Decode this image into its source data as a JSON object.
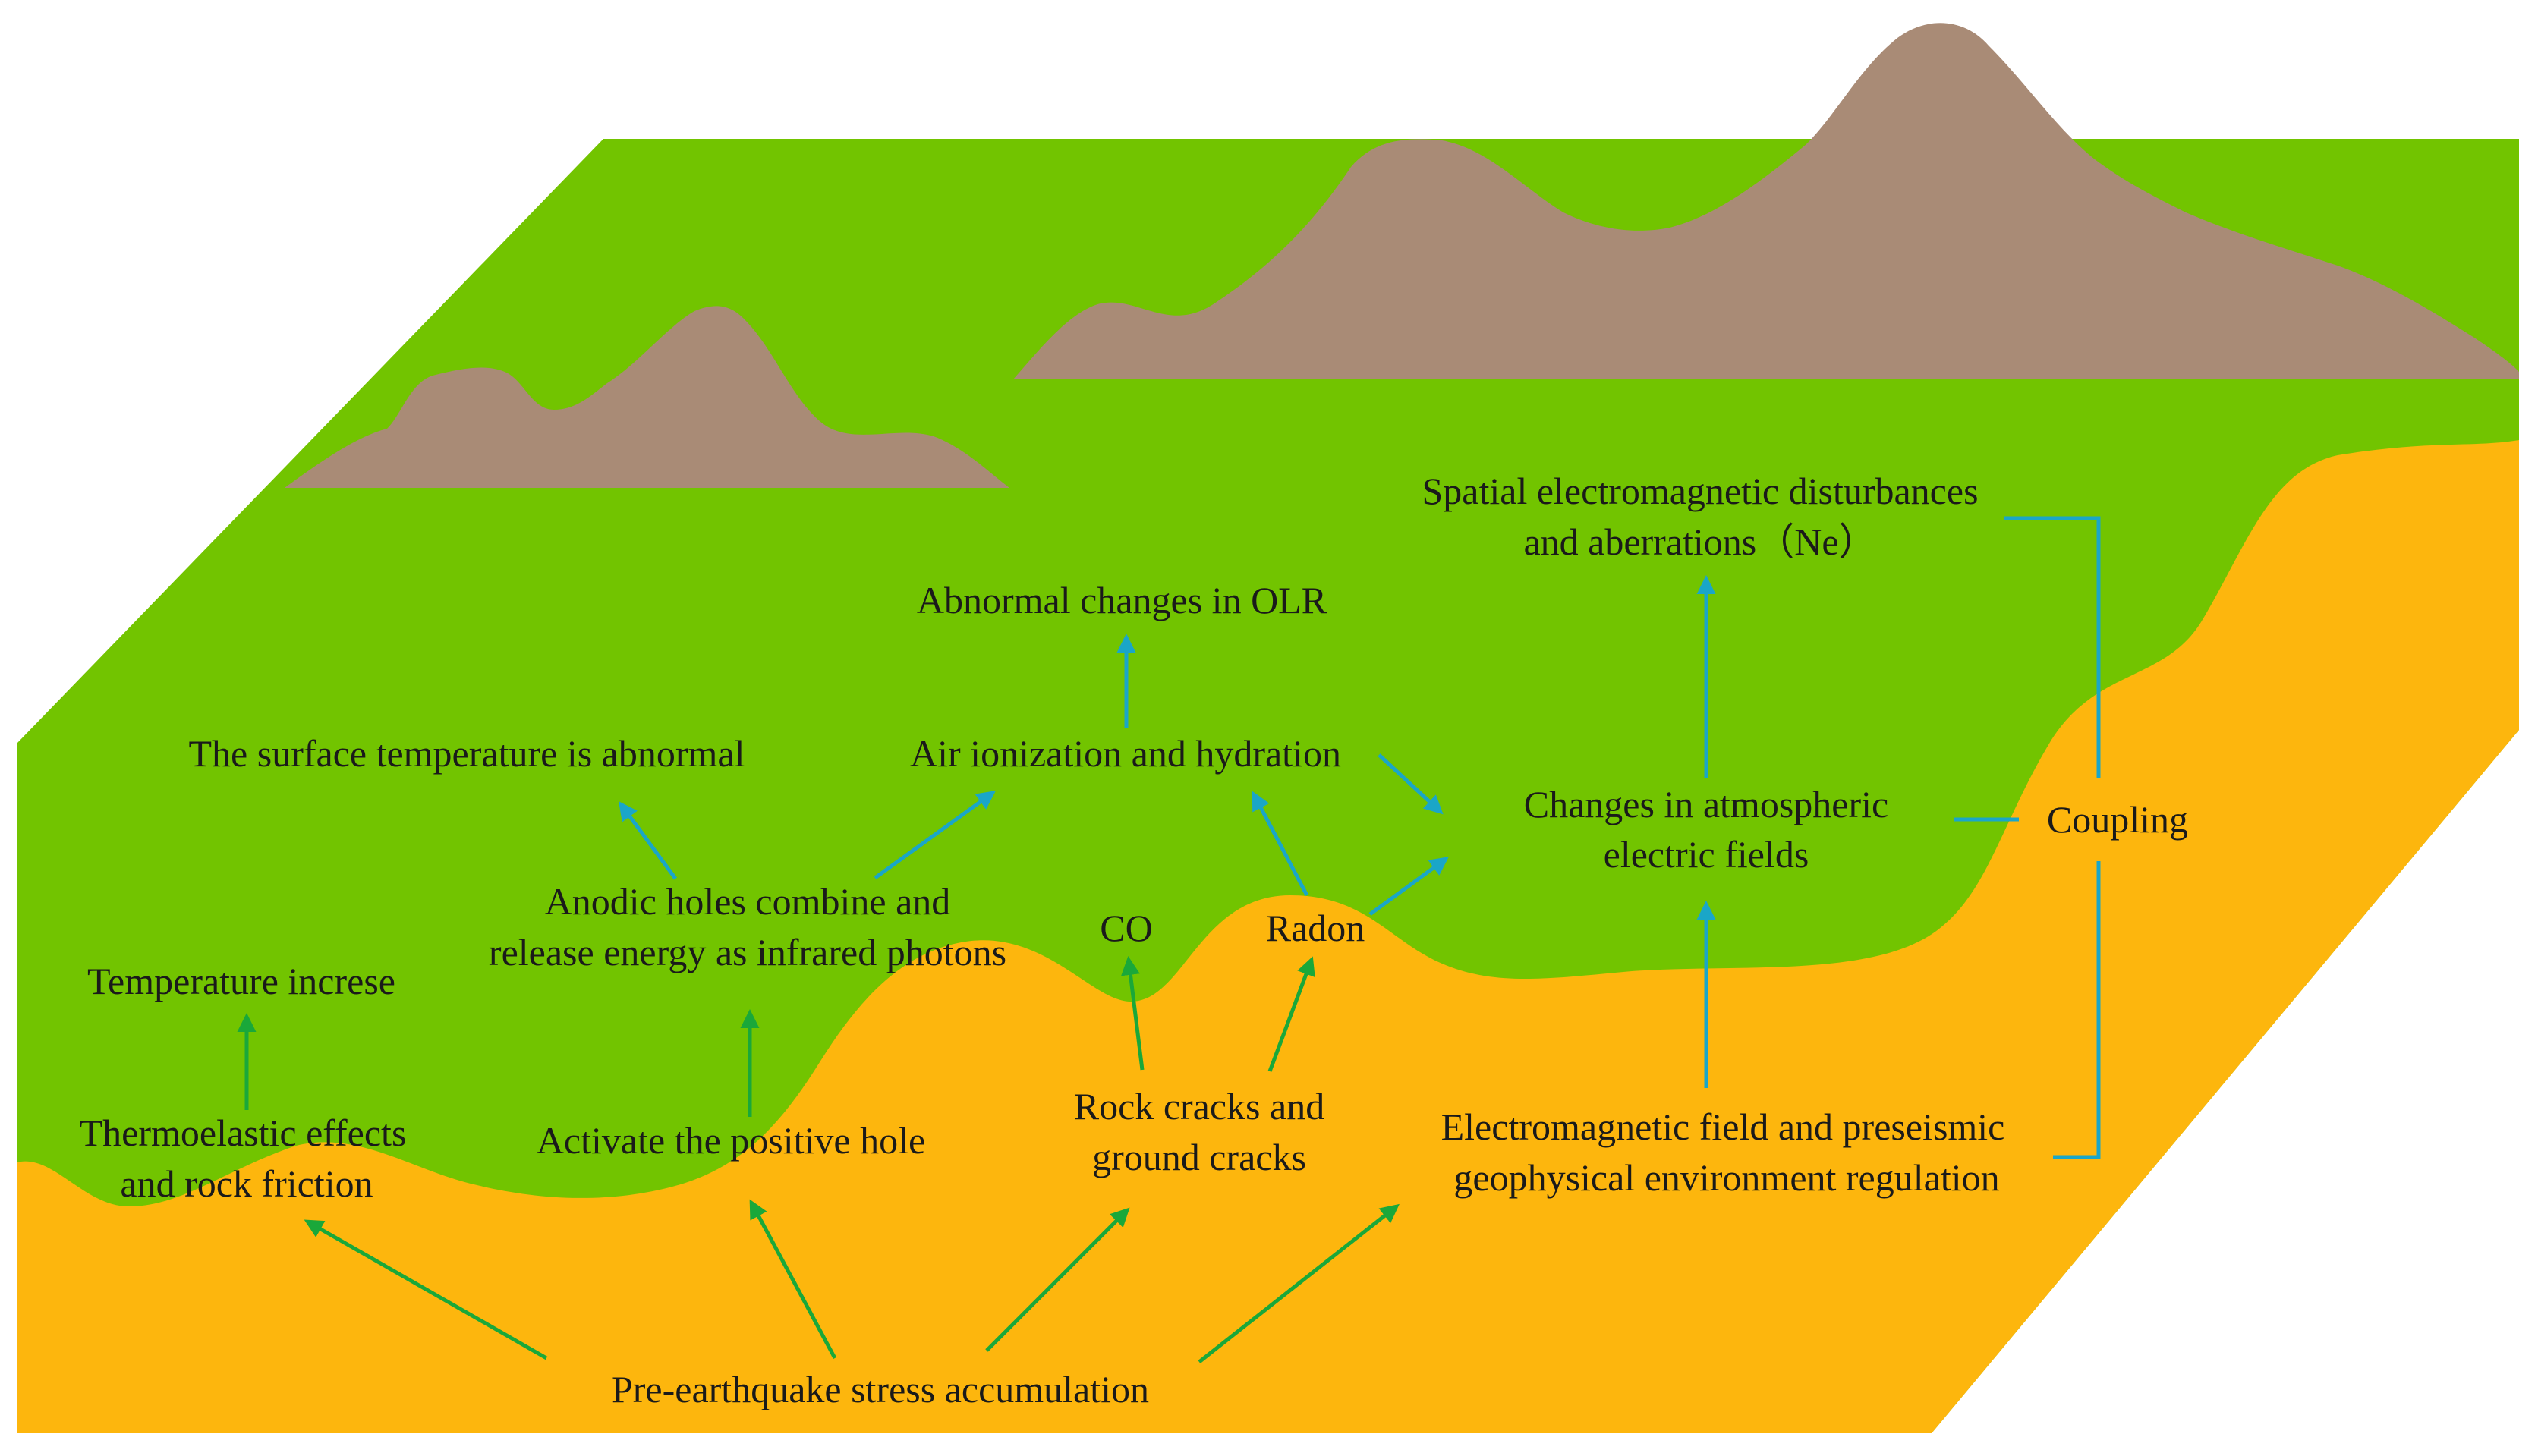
{
  "colors": {
    "ground_green": "#72c400",
    "ground_orange": "#fdb60d",
    "mountain": "#a98b76",
    "arrow_green": "#1aa83a",
    "arrow_blue": "#1aa6c8",
    "text": "#1a1a1a"
  },
  "labels": {
    "stress": "Pre-earthquake stress accumulation",
    "thermo_1": "Thermoelastic effects",
    "thermo_2": "and rock friction",
    "temp_increase": "Temperature increse",
    "activate_hole": "Activate the positive hole",
    "anodic_1": "Anodic holes combine and",
    "anodic_2": "release energy as infrared photons",
    "surface_temp": "The surface temperature is abnormal",
    "rock_cracks_1": "Rock cracks and",
    "rock_cracks_2": "ground cracks",
    "co": "CO",
    "radon": "Radon",
    "air_ionization": "Air ionization and hydration",
    "olr": "Abnormal changes in OLR",
    "em_field_1": "Electromagnetic field and preseismic",
    "em_field_2": "geophysical environment regulation",
    "atm_field_1": "Changes in atmospheric",
    "atm_field_2": "electric fields",
    "spatial_1": "Spatial electromagnetic disturbances",
    "spatial_2": "and aberrations（Ne）",
    "coupling": "Coupling"
  }
}
